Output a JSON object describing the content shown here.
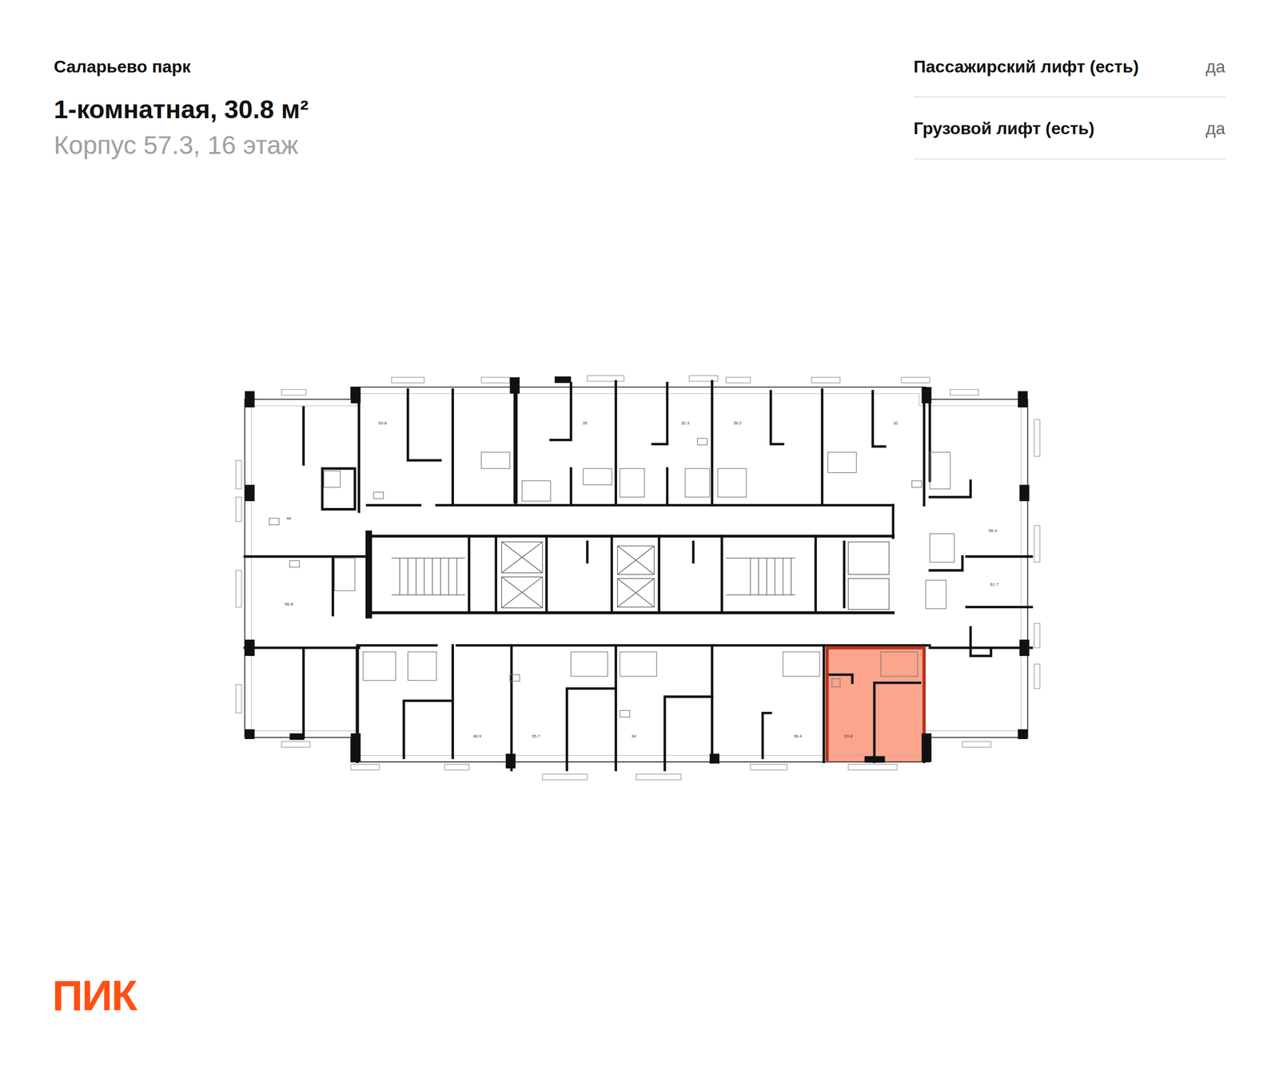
{
  "diagram": {
    "title": "1-комнатная, 30.8 м²",
    "labels": [
      "Саларьево парк",
      "Корпус 57.3, 16 этаж",
      "Пассажирский лифт (есть)",
      "да",
      "Грузовой лифт (есть)",
      "да",
      "50.8",
      "35",
      "32.3",
      "35.2",
      "32",
      "44",
      "56.3",
      "56.8",
      "61.7",
      "46.9",
      "35.7",
      "34",
      "36.4",
      "30.8",
      "ПИК"
    ]
  }
}
